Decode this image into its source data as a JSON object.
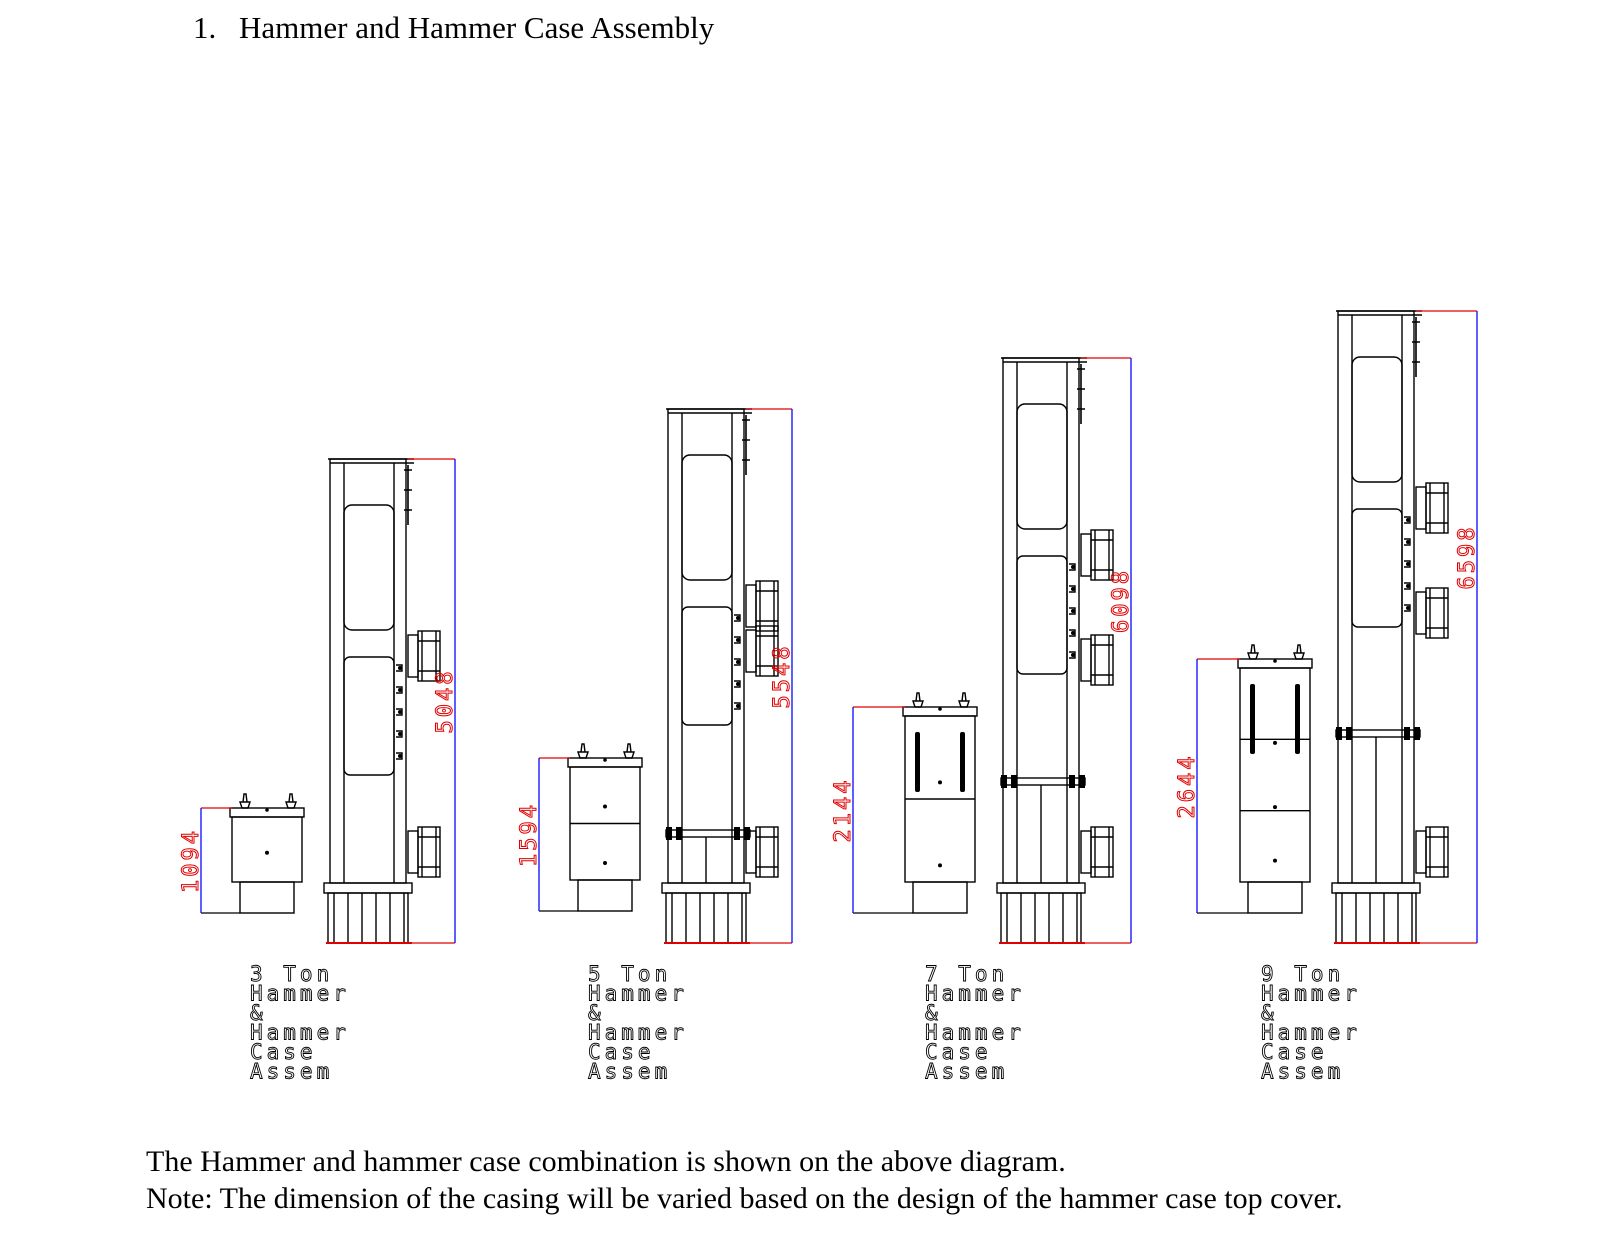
{
  "heading": {
    "number": "1.",
    "text": "Hammer and Hammer Case Assembly"
  },
  "assemblies": [
    {
      "case_dim": "1094",
      "tower_dim": "5048",
      "label": [
        "3 Ton",
        "Hammer",
        "&",
        "Hammer",
        "Case",
        "Assem"
      ]
    },
    {
      "case_dim": "1594",
      "tower_dim": "5548",
      "label": [
        "5 Ton",
        "Hammer",
        "&",
        "Hammer",
        "Case",
        "Assem"
      ]
    },
    {
      "case_dim": "2144",
      "tower_dim": "6098",
      "label": [
        "7 Ton",
        "Hammer",
        "&",
        "Hammer",
        "Case",
        "Assem"
      ]
    },
    {
      "case_dim": "2644",
      "tower_dim": "6598",
      "label": [
        "9 Ton",
        "Hammer",
        "&",
        "Hammer",
        "Case",
        "Assem"
      ]
    }
  ],
  "caption": {
    "line1": "The Hammer and hammer case combination is shown on the above diagram.",
    "line2": "Note: The dimension of the casing will be varied based on the design of the hammer case top cover."
  },
  "colors": {
    "dimension_red": "#e00000",
    "dimension_blue": "#1a1aff",
    "line": "#000000"
  }
}
